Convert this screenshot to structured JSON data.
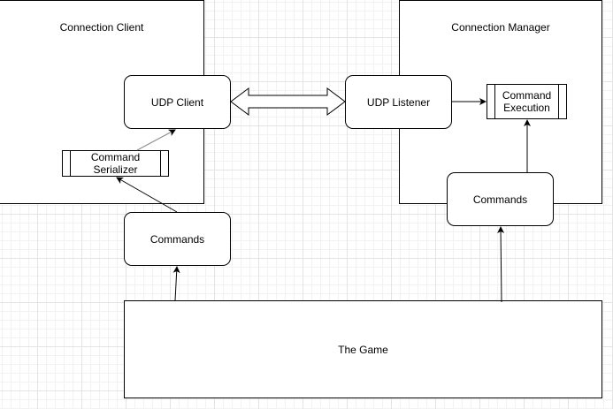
{
  "diagram": {
    "connection_client": {
      "title": "Connection Client"
    },
    "connection_manager": {
      "title": "Connection Manager"
    },
    "udp_client": {
      "label": "UDP Client"
    },
    "udp_listener": {
      "label": "UDP Listener"
    },
    "command_serializer": {
      "label": "Command\nSerializer"
    },
    "command_execution": {
      "label": "Command\nExecution"
    },
    "client_commands": {
      "label": "Commands"
    },
    "manager_commands": {
      "label": "Commands"
    },
    "the_game": {
      "label": "The Game"
    }
  },
  "colors": {
    "stroke": "#000000",
    "fill": "#ffffff",
    "grid": "#e4e4e4"
  }
}
